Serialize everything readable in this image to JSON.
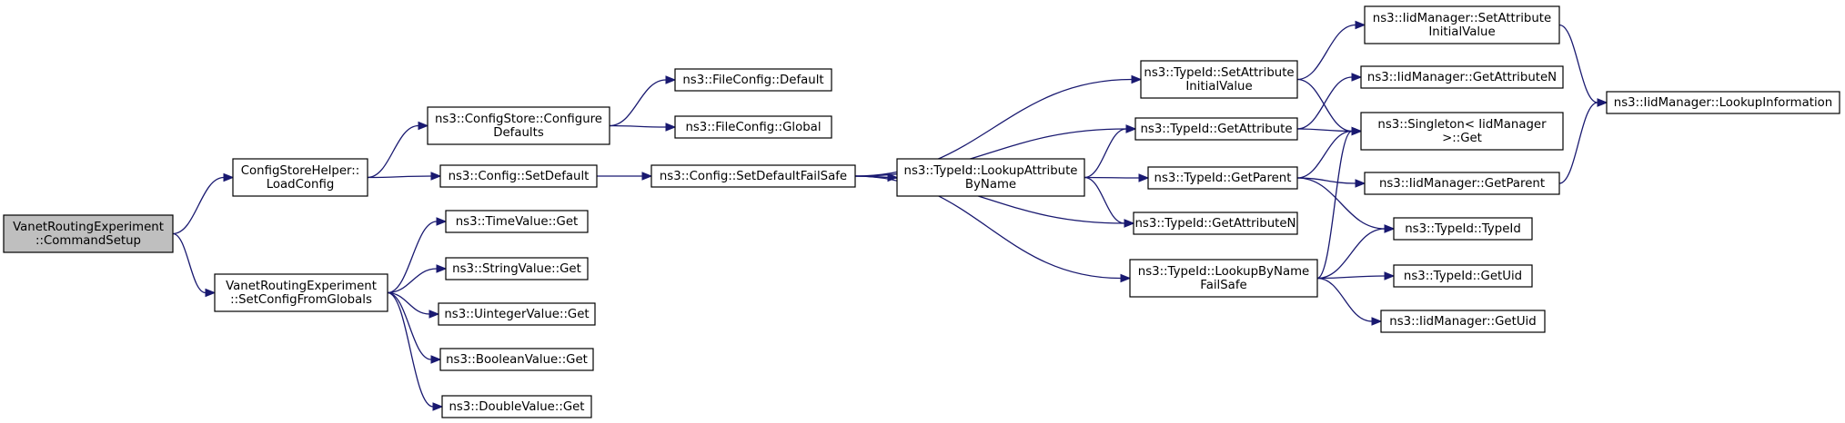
{
  "colors": {
    "edge": "#191970",
    "root_fill": "#bfbfbf",
    "node_fill": "#ffffff",
    "node_border": "#000000"
  },
  "nodes": [
    {
      "id": "root",
      "lines": [
        "VanetRoutingExperiment",
        "::CommandSetup"
      ],
      "root": true
    },
    {
      "id": "csh_load",
      "lines": [
        "ConfigStoreHelper::",
        "LoadConfig"
      ]
    },
    {
      "id": "vre_setcfg",
      "lines": [
        "VanetRoutingExperiment",
        "::SetConfigFromGlobals"
      ]
    },
    {
      "id": "cs_cfgdef",
      "lines": [
        "ns3::ConfigStore::Configure",
        "Defaults"
      ]
    },
    {
      "id": "cfg_setdef",
      "lines": [
        "ns3::Config::SetDefault"
      ]
    },
    {
      "id": "time_get",
      "lines": [
        "ns3::TimeValue::Get"
      ]
    },
    {
      "id": "str_get",
      "lines": [
        "ns3::StringValue::Get"
      ]
    },
    {
      "id": "uint_get",
      "lines": [
        "ns3::UintegerValue::Get"
      ]
    },
    {
      "id": "bool_get",
      "lines": [
        "ns3::BooleanValue::Get"
      ]
    },
    {
      "id": "dbl_get",
      "lines": [
        "ns3::DoubleValue::Get"
      ]
    },
    {
      "id": "fc_default",
      "lines": [
        "ns3::FileConfig::Default"
      ]
    },
    {
      "id": "fc_global",
      "lines": [
        "ns3::FileConfig::Global"
      ]
    },
    {
      "id": "cfg_sdfs",
      "lines": [
        "ns3::Config::SetDefaultFailSafe"
      ]
    },
    {
      "id": "tid_lkattr",
      "lines": [
        "ns3::TypeId::LookupAttribute",
        "ByName"
      ]
    },
    {
      "id": "tid_setinit",
      "lines": [
        "ns3::TypeId::SetAttribute",
        "InitialValue"
      ]
    },
    {
      "id": "tid_getattr",
      "lines": [
        "ns3::TypeId::GetAttribute"
      ]
    },
    {
      "id": "tid_getpar",
      "lines": [
        "ns3::TypeId::GetParent"
      ]
    },
    {
      "id": "tid_getattrn",
      "lines": [
        "ns3::TypeId::GetAttributeN"
      ]
    },
    {
      "id": "tid_lkbn",
      "lines": [
        "ns3::TypeId::LookupByName",
        "FailSafe"
      ]
    },
    {
      "id": "iid_setinit",
      "lines": [
        "ns3::IidManager::SetAttribute",
        "InitialValue"
      ]
    },
    {
      "id": "iid_getattrn",
      "lines": [
        "ns3::IidManager::GetAttributeN"
      ]
    },
    {
      "id": "singleton",
      "lines": [
        "ns3::Singleton< IidManager",
        " >::Get"
      ]
    },
    {
      "id": "iid_getpar",
      "lines": [
        "ns3::IidManager::GetParent"
      ]
    },
    {
      "id": "tid_typeid",
      "lines": [
        "ns3::TypeId::TypeId"
      ]
    },
    {
      "id": "tid_getuid",
      "lines": [
        "ns3::TypeId::GetUid"
      ]
    },
    {
      "id": "iid_getuid",
      "lines": [
        "ns3::IidManager::GetUid"
      ]
    },
    {
      "id": "iid_lookup",
      "lines": [
        "ns3::IidManager::LookupInformation"
      ]
    }
  ],
  "edges": [
    [
      "root",
      "csh_load"
    ],
    [
      "root",
      "vre_setcfg"
    ],
    [
      "csh_load",
      "cs_cfgdef"
    ],
    [
      "csh_load",
      "cfg_setdef"
    ],
    [
      "cs_cfgdef",
      "fc_default"
    ],
    [
      "cs_cfgdef",
      "fc_global"
    ],
    [
      "cfg_setdef",
      "cfg_sdfs"
    ],
    [
      "vre_setcfg",
      "time_get"
    ],
    [
      "vre_setcfg",
      "str_get"
    ],
    [
      "vre_setcfg",
      "uint_get"
    ],
    [
      "vre_setcfg",
      "bool_get"
    ],
    [
      "vre_setcfg",
      "dbl_get"
    ],
    [
      "cfg_sdfs",
      "tid_setinit"
    ],
    [
      "cfg_sdfs",
      "tid_getattr"
    ],
    [
      "cfg_sdfs",
      "tid_lkattr"
    ],
    [
      "cfg_sdfs",
      "tid_getattrn"
    ],
    [
      "cfg_sdfs",
      "tid_lkbn"
    ],
    [
      "tid_lkattr",
      "tid_getattr"
    ],
    [
      "tid_lkattr",
      "tid_getpar"
    ],
    [
      "tid_lkattr",
      "tid_getattrn"
    ],
    [
      "tid_setinit",
      "iid_setinit"
    ],
    [
      "tid_setinit",
      "singleton"
    ],
    [
      "tid_getattr",
      "iid_getattrn"
    ],
    [
      "tid_getattr",
      "singleton"
    ],
    [
      "tid_getpar",
      "singleton"
    ],
    [
      "tid_getpar",
      "iid_getpar"
    ],
    [
      "tid_getpar",
      "tid_typeid"
    ],
    [
      "tid_lkbn",
      "singleton"
    ],
    [
      "tid_lkbn",
      "tid_typeid"
    ],
    [
      "tid_lkbn",
      "tid_getuid"
    ],
    [
      "tid_lkbn",
      "iid_getuid"
    ],
    [
      "iid_setinit",
      "iid_lookup"
    ],
    [
      "iid_getpar",
      "iid_lookup"
    ]
  ]
}
